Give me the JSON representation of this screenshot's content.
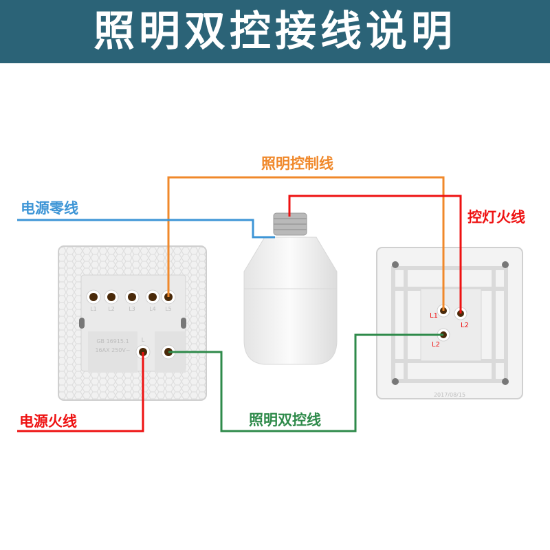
{
  "header": {
    "title": "照明双控接线说明"
  },
  "labels": {
    "lighting_control_wire": "照明控制线",
    "power_neutral_wire": "电源零线",
    "lamp_live_wire": "控灯火线",
    "power_live_wire": "电源火线",
    "lighting_two_way_wire": "照明双控线"
  },
  "left_switch": {
    "terminals": [
      "L1",
      "L2",
      "L3",
      "L4",
      "L5"
    ],
    "input_terminal": "L",
    "rating_line1": "GB 16915.1",
    "rating_line2": "16AX 250V~"
  },
  "right_switch": {
    "terminals": [
      "L1",
      "L2",
      "L2"
    ],
    "date": "2017/08/15"
  },
  "colors": {
    "header": "#2b6377",
    "orange_wire": "#f0882a",
    "red_wire": "#ee1111",
    "blue_wire": "#3d95d6",
    "green_wire": "#2e8a4a"
  }
}
